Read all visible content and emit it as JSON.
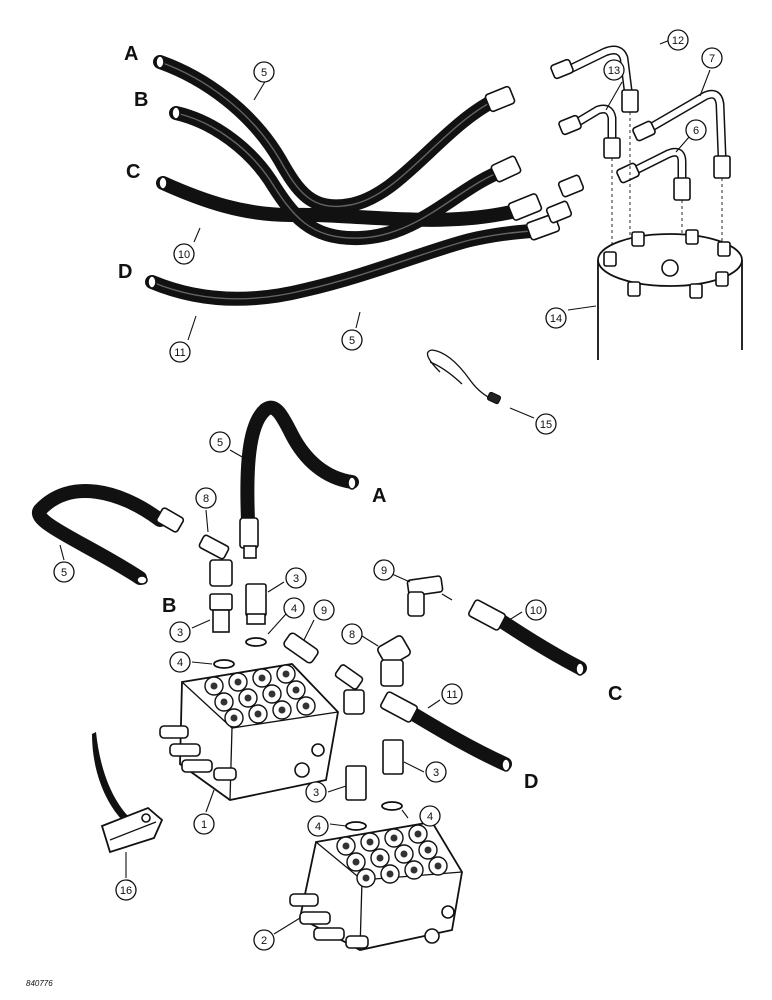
{
  "drawing_id": "840776",
  "hose_ends": [
    "A",
    "B",
    "C",
    "D"
  ],
  "callouts": {
    "c1": "1",
    "c2": "2",
    "c3": "3",
    "c4": "4",
    "c5": "5",
    "c6": "6",
    "c7": "7",
    "c8": "8",
    "c9": "9",
    "c10": "10",
    "c11": "11",
    "c12": "12",
    "c13": "13",
    "c14": "14",
    "c15": "15",
    "c16": "16"
  }
}
